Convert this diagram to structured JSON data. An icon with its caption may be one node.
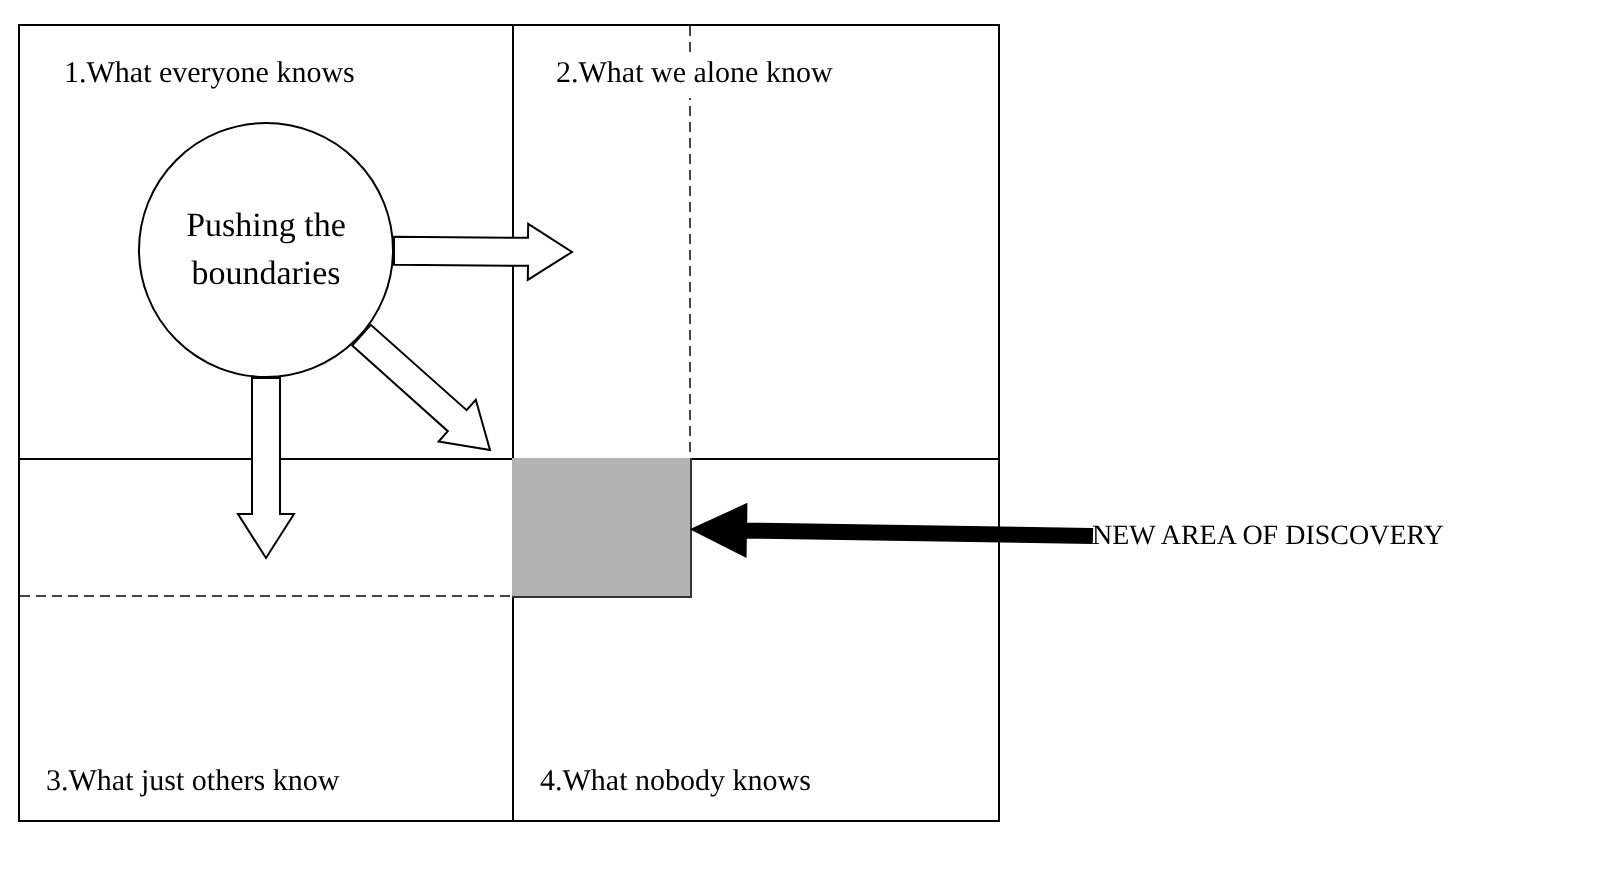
{
  "diagram": {
    "nodes": [
      {
        "text": [
          "1.What everyone knows"
        ]
      },
      {
        "text": [
          "2.What we alone know"
        ]
      },
      {
        "text": [
          "3.What just others know"
        ]
      },
      {
        "text": [
          "4.What nobody knows"
        ]
      },
      {
        "text": [
          "Pushing the boundaries"
        ],
        "in": 0
      },
      {
        "text": [],
        "shape": "box",
        "in": 3
      },
      {
        "text": [
          "NEW AREA OF DISCOVERY"
        ]
      }
    ],
    "edges": [
      {
        "from": 4,
        "to": null,
        "arrow": "to"
      },
      {
        "from": 4,
        "to": null,
        "arrow": "to"
      },
      {
        "from": 4,
        "to": null,
        "arrow": "to"
      },
      {
        "from": 6,
        "to": 5,
        "arrow": "to",
        "style": "thick"
      }
    ]
  }
}
